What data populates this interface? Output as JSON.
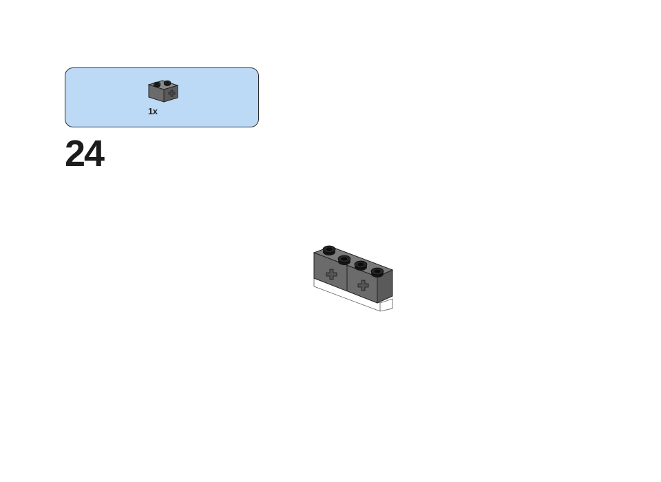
{
  "parts_list": {
    "items": [
      {
        "name": "technic-brick-1x2-axle-hole",
        "quantity": "1x",
        "color": "#6b6b6b"
      }
    ]
  },
  "step": {
    "number": "24"
  },
  "colors": {
    "panel_bg": "#bcd9f5",
    "brick_gray": "#6b6b6b",
    "stud_black": "#1a1a1a",
    "base_white": "#ffffff"
  }
}
